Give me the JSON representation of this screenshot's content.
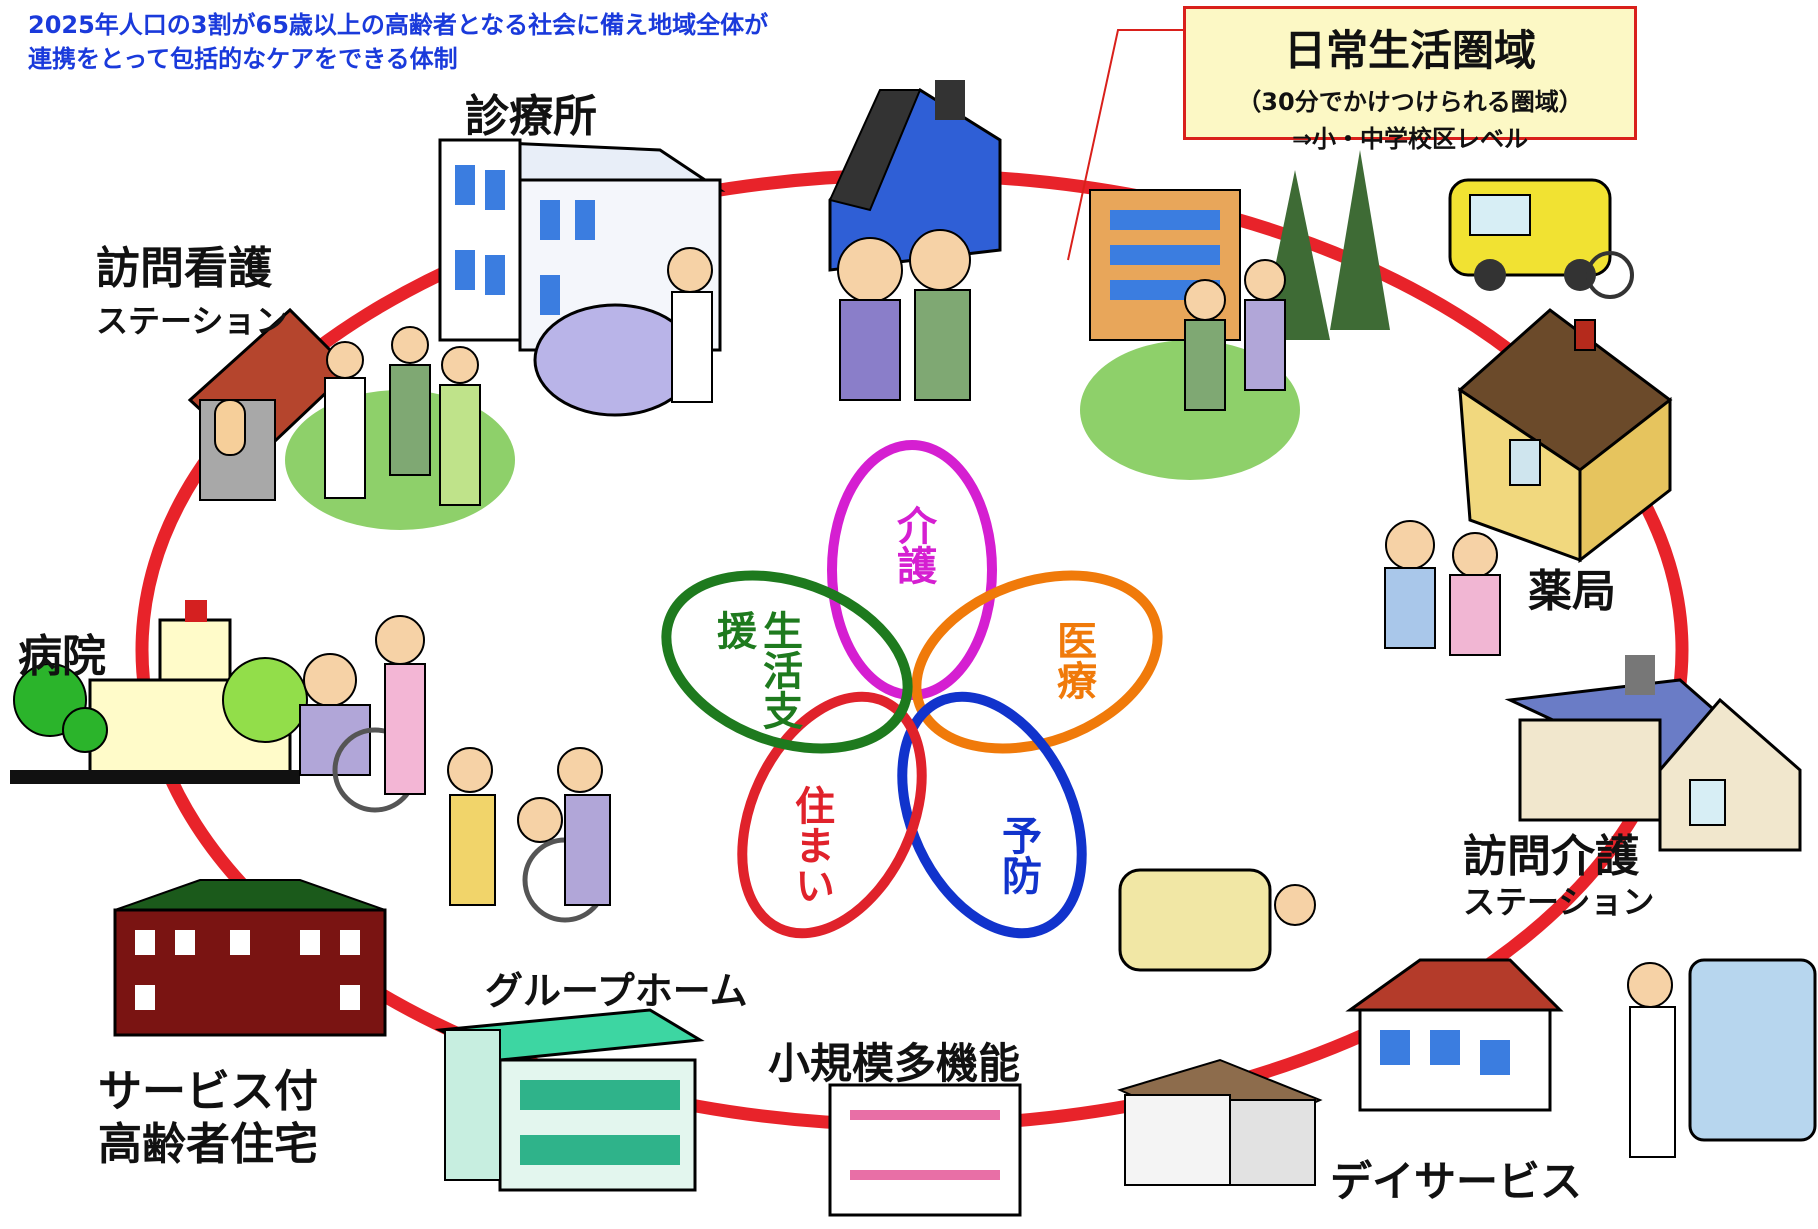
{
  "header": {
    "line1": "2025年人口の3割が65歳以上の高齢者となる社会に備え地域全体が",
    "line2": "連携をとって包括的なケアをできる体制"
  },
  "callout": {
    "title": "日常生活圏域",
    "sub1": "（30分でかけつけられる圏域）",
    "sub2": "⇒小・中学校区レベル"
  },
  "facilities": {
    "clinic": "診療所",
    "nursing_station_1": "訪問看護",
    "nursing_station_2": "ステーション",
    "hospital": "病院",
    "serviced_housing_1": "サービス付",
    "serviced_housing_2": "高齢者住宅",
    "group_home": "グループホーム",
    "small_multi": "小規模多機能",
    "day_service": "デイサービス",
    "home_care_1": "訪問介護",
    "home_care_2": "ステーション",
    "pharmacy": "薬局"
  },
  "petals": {
    "care": {
      "text": "介護",
      "color": "#d51fd1"
    },
    "medical": {
      "text": "医療",
      "color": "#f07a0a"
    },
    "prevention": {
      "text": "予防",
      "color": "#1133cc"
    },
    "housing": {
      "text": "住まい",
      "color": "#e0222b"
    },
    "life_support": {
      "text": "生活支援",
      "color": "#1e7a1e"
    }
  },
  "colors": {
    "ring": "#e8232a",
    "header": "#1a3adb"
  }
}
